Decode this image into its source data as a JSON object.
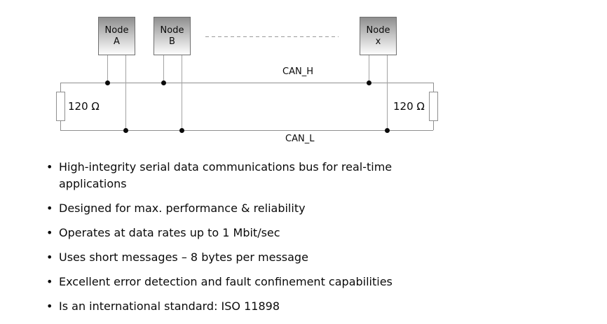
{
  "diagram": {
    "nodes": [
      {
        "label": "Node\nA"
      },
      {
        "label": "Node\nB"
      },
      {
        "label": "Node\nx"
      }
    ],
    "bus": {
      "high_label": "CAN_H",
      "low_label": "CAN_L"
    },
    "terminators": {
      "left_label": "120 Ω",
      "right_label": "120 Ω"
    }
  },
  "bullet_char": "•",
  "bullets": [
    "High-integrity serial data communications bus for real-time\napplications",
    "Designed for max. performance & reliability",
    "Operates at data rates up to 1 Mbit/sec",
    "Uses short messages – 8 bytes per message",
    "Excellent error detection and fault confinement capabilities",
    "Is an international standard: ISO 11898"
  ],
  "colors": {
    "background": "#ffffff",
    "line": "#8f8f8f",
    "wire": "#a3a3a3",
    "junction_dot": "#0a0a0a",
    "node_gradient_top": "#8f8f8f",
    "node_gradient_bottom": "#fdfdfd",
    "text": "#0a0a0a"
  }
}
